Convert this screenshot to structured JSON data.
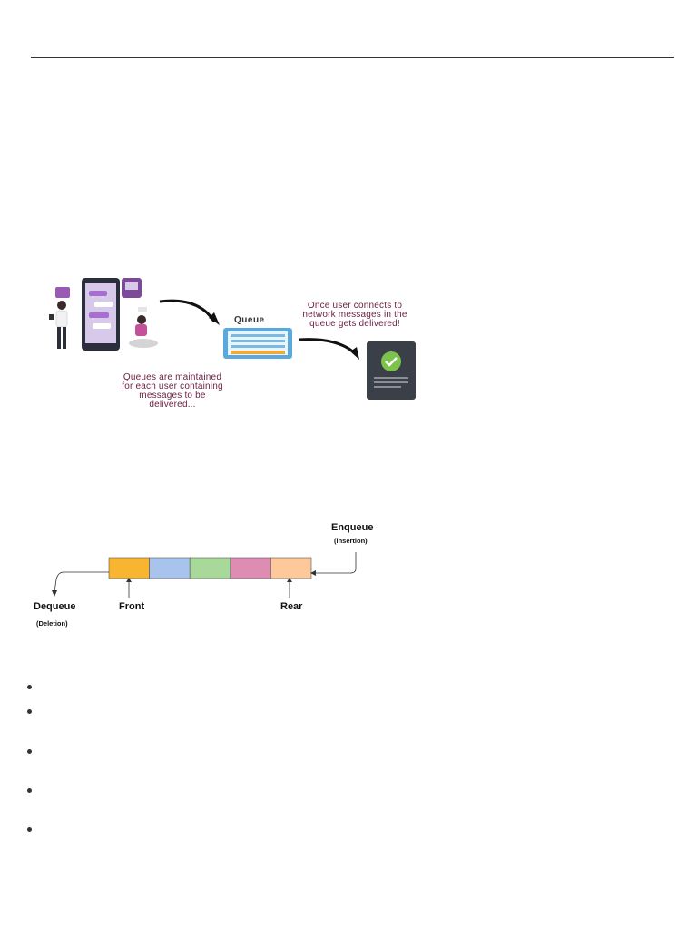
{
  "illustration": {
    "queue_title": "Queue",
    "left_caption": [
      "Queues are maintained",
      "for each user containing",
      "messages to be",
      "delivered..."
    ],
    "right_caption": [
      "Once user connects to",
      "network messages in the",
      "queue gets delivered!"
    ]
  },
  "queue_diagram": {
    "enqueue": "Enqueue",
    "enqueue_sub": "(insertion)",
    "dequeue": "Dequeue",
    "dequeue_sub": "(Deletion)",
    "front": "Front",
    "rear": "Rear",
    "cell_colors": [
      "#f7b531",
      "#a9c4ec",
      "#a8d99b",
      "#dd8db2",
      "#fdc99a"
    ]
  },
  "bullets": [
    {},
    {},
    {},
    {},
    {}
  ]
}
